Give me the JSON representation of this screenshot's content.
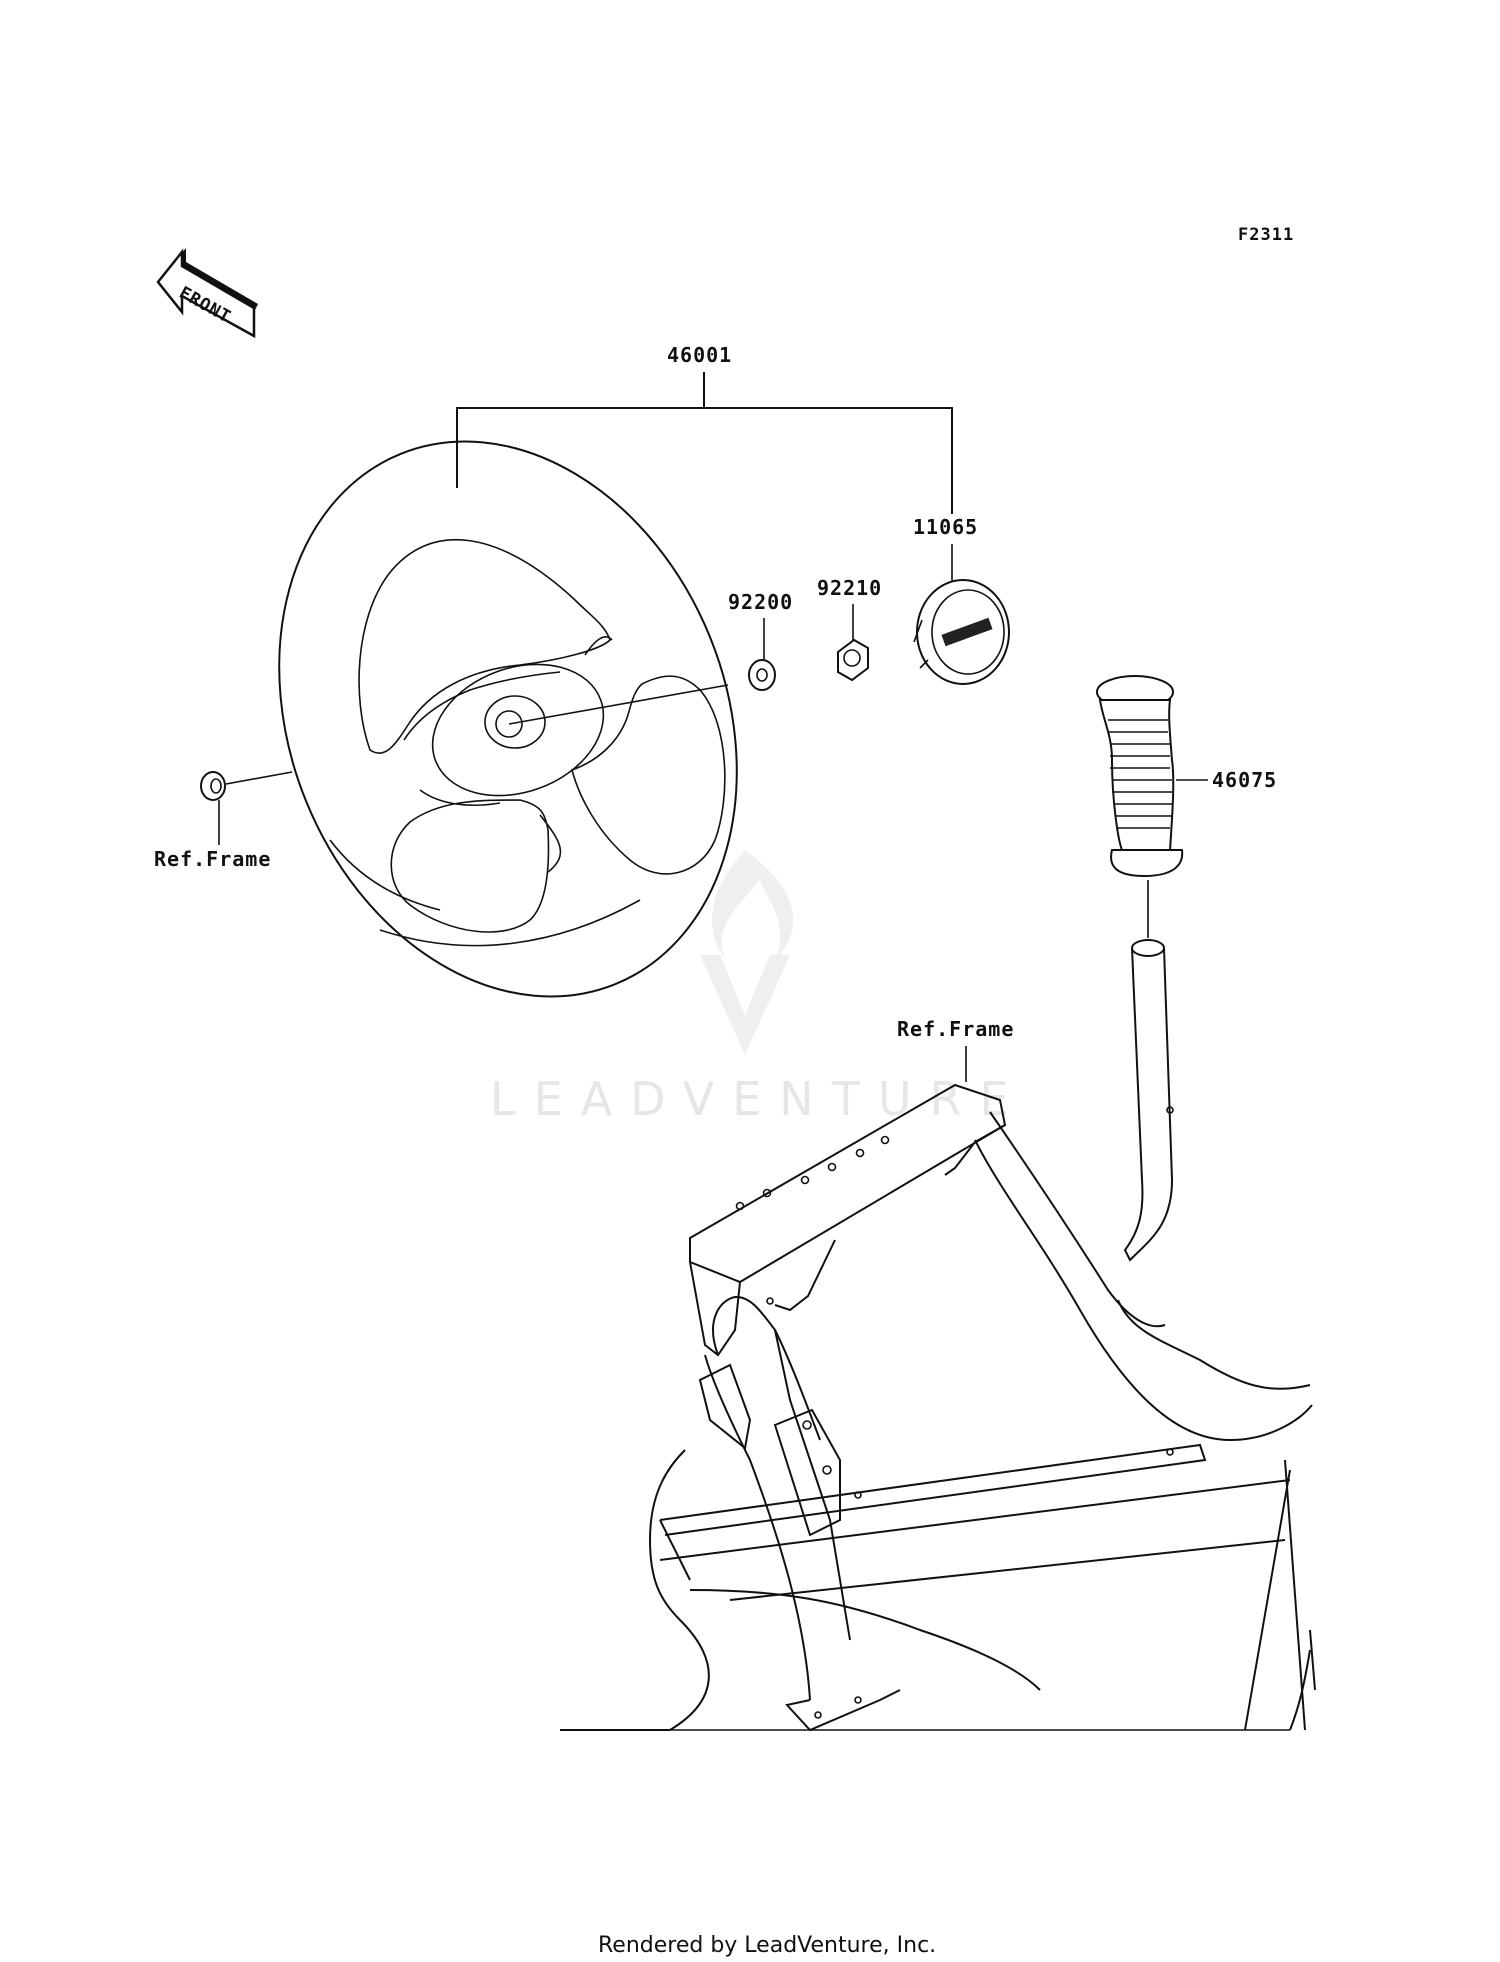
{
  "diagram_code": "F2311",
  "front_arrow_label": "FRONT",
  "callouts": {
    "steering_wheel_assy": "46001",
    "emblem": "11065",
    "washer": "92200",
    "nut": "92210",
    "grip": "46075",
    "ref_frame_left": "Ref.Frame",
    "ref_frame_right": "Ref.Frame"
  },
  "watermark": "LEADVENTURE",
  "footer": "Rendered by LeadVenture, Inc."
}
